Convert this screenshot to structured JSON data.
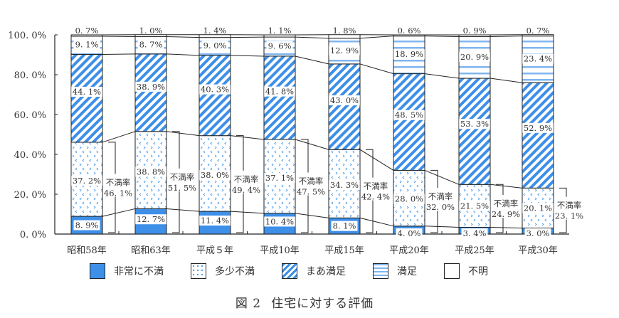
{
  "chart_data": {
    "type": "bar",
    "stacked": true,
    "title": "図 2 住宅に対する評価",
    "figure_number": "図 2",
    "figure_title": "住宅に対する評価",
    "xlabel": "",
    "ylabel": "",
    "ylim": [
      0,
      100
    ],
    "y_ticks": [
      "0.0%",
      "20.0%",
      "40.0%",
      "60.0%",
      "80.0%",
      "100.0%"
    ],
    "categories": [
      "昭和58年",
      "昭和63年",
      "平成５年",
      "平成10年",
      "平成15年",
      "平成20年",
      "平成25年",
      "平成30年"
    ],
    "series": [
      {
        "name": "非常に不満",
        "values": [
          8.9,
          12.7,
          11.4,
          10.4,
          8.1,
          4.0,
          3.4,
          3.0
        ],
        "color": "#3d8fe8",
        "pattern": "solid"
      },
      {
        "name": "多少不満",
        "values": [
          37.2,
          38.8,
          38.0,
          37.1,
          34.3,
          28.0,
          21.5,
          20.1
        ],
        "color": "#4a9aea",
        "pattern": "dots"
      },
      {
        "name": "まあ満足",
        "values": [
          44.1,
          38.9,
          40.3,
          41.8,
          43.0,
          48.5,
          53.3,
          52.9
        ],
        "color": "#3d8fe8",
        "pattern": "diagonal"
      },
      {
        "name": "満足",
        "values": [
          9.1,
          8.7,
          9.0,
          9.6,
          12.9,
          18.9,
          20.9,
          23.4
        ],
        "color": "#7fb5ef",
        "pattern": "horizontal"
      },
      {
        "name": "不明",
        "values": [
          0.7,
          1.0,
          1.4,
          1.1,
          1.8,
          0.6,
          0.9,
          0.7
        ],
        "color": "#ffffff",
        "pattern": "none"
      }
    ],
    "annotations": {
      "label": "不満率",
      "values": [
        "46.1%",
        "51.5%",
        "49.4%",
        "47.5%",
        "42.4%",
        "32.0%",
        "24.9%",
        "23.1%"
      ]
    },
    "legend_position": "bottom",
    "grid": false
  },
  "legend": {
    "items": [
      "非常に不満",
      "多少不満",
      "まあ満足",
      "満足",
      "不明"
    ]
  },
  "caption": {
    "number": "図 2",
    "text": "住宅に対する評価"
  }
}
